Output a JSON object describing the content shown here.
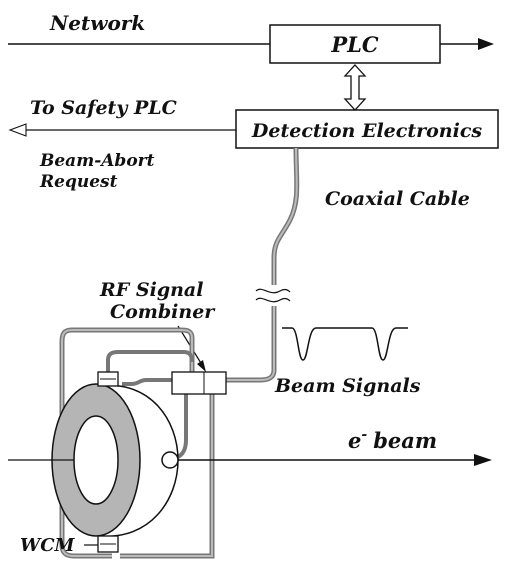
{
  "labels": {
    "network": "Network",
    "plc": "PLC",
    "to_safety_plc": "To Safety PLC",
    "detection_electronics": "Detection Electronics",
    "beam_abort_line1": "Beam-Abort",
    "beam_abort_line2": "Request",
    "coaxial_cable": "Coaxial Cable",
    "rf_signal_line1": "RF Signal",
    "rf_signal_line2": "Combiner",
    "beam_signals": "Beam Signals",
    "e_beam": "e",
    "e_beam_sup": "-",
    "e_beam_word": "beam",
    "wcm": "WCM"
  },
  "colors": {
    "line": "#111111",
    "cable": "#8a8a8a",
    "ring_fill": "#b5b5b5",
    "box_fill": "#ffffff"
  }
}
